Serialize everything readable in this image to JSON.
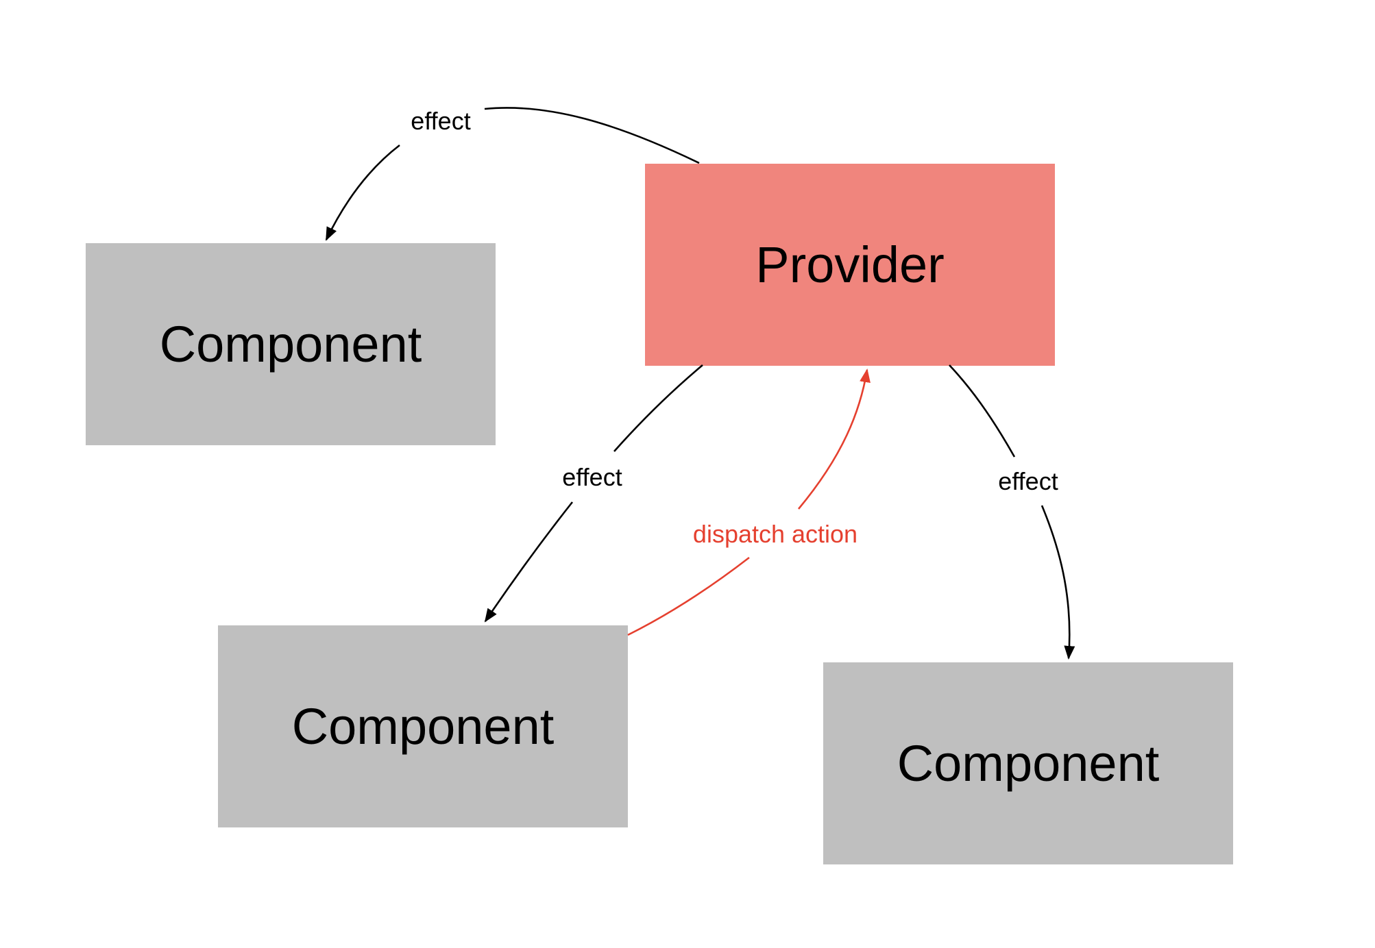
{
  "colors": {
    "provider_fill": "#f0857d",
    "component_fill": "#bfbfbf",
    "effect_stroke": "#000000",
    "dispatch_stroke": "#e5402f",
    "background": "#ffffff"
  },
  "nodes": {
    "provider": {
      "label": "Provider"
    },
    "component_left": {
      "label": "Component"
    },
    "component_bottom_left": {
      "label": "Component"
    },
    "component_bottom_right": {
      "label": "Component"
    }
  },
  "edges": {
    "effect_to_left": {
      "label": "effect"
    },
    "effect_to_bottom_left": {
      "label": "effect"
    },
    "effect_to_bottom_right": {
      "label": "effect"
    },
    "dispatch_to_provider": {
      "label": "dispatch action"
    }
  }
}
